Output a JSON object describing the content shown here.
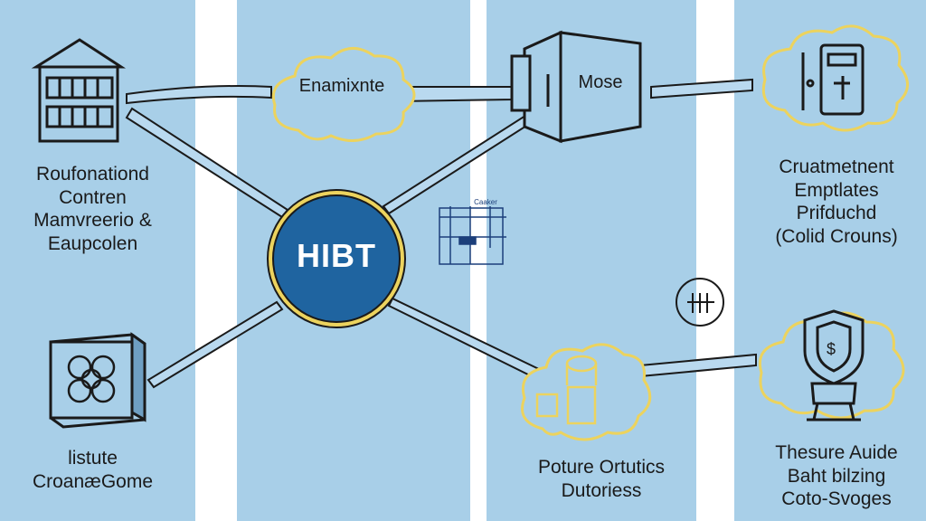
{
  "hub": {
    "label": "HIBT"
  },
  "nodes": {
    "top_cloud": "Enamixnte",
    "top_device": "Mose",
    "small_chart_caption": "Caaker"
  },
  "labels": {
    "left": [
      "Roufonationd",
      "Contren",
      "Mamvreerio &",
      "Eaupcolen"
    ],
    "right": [
      "Cruatmetnent",
      "Emptlates",
      "Prifduchd",
      "(Colid Crouns)"
    ],
    "bottom_center": [
      "Poture Ortutics",
      "Dutoriess"
    ],
    "bottom_left": [
      "listute",
      "CroanæGome"
    ],
    "bottom_right": [
      "Thesure Auide",
      "Baht bilzing",
      "Coto-Svoges"
    ]
  },
  "colors": {
    "panel": "#a8cfe8",
    "gap": "#ffffff",
    "hub_fill": "#1f64a0",
    "hub_ring": "#f0d45a",
    "cloud_stroke": "#ecd35e",
    "ink": "#1a1a1a"
  }
}
